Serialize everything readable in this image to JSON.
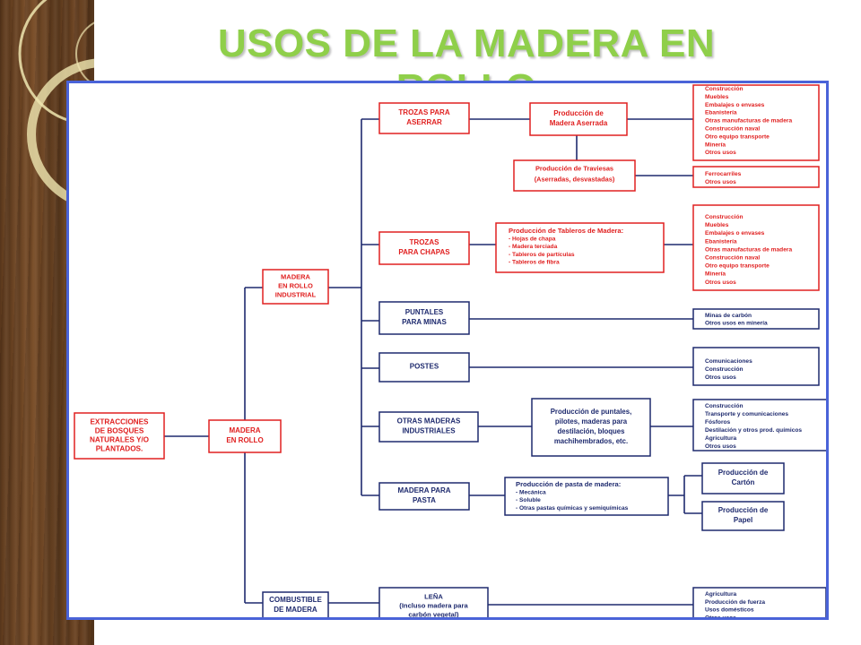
{
  "title": "USOS DE LA MADERA EN ROLLO",
  "colors": {
    "red": "#e02020",
    "navy": "#1e2a6e",
    "title_green": "#8fcf4a",
    "frame_blue": "#4a63d8"
  },
  "nodes": {
    "extracciones": [
      "EXTRACCIONES",
      "DE BOSQUES",
      "NATURALES Y/O",
      "PLANTADOS."
    ],
    "madera_rollo": [
      "MADERA",
      "EN ROLLO"
    ],
    "madera_industrial": [
      "MADERA",
      "EN ROLLO",
      "INDUSTRIAL"
    ],
    "combustible": [
      "COMBUSTIBLE",
      "DE MADERA"
    ],
    "trozas_aserrar": [
      "TROZAS PARA",
      "ASERRAR"
    ],
    "trozas_chapas": [
      "TROZAS",
      "PARA CHAPAS"
    ],
    "puntales": [
      "PUNTALES",
      "PARA MINAS"
    ],
    "postes": [
      "POSTES"
    ],
    "otras_maderas": [
      "OTRAS MADERAS",
      "INDUSTRIALES"
    ],
    "madera_pasta": [
      "MADERA PARA",
      "PASTA"
    ],
    "lena": [
      "LEÑA",
      "(Incluso madera para",
      "carbón vegetal)"
    ],
    "prod_aserrada": [
      "Producción de",
      "Madera Aserrada"
    ],
    "prod_traviesas": [
      "Producción de Traviesas",
      "(Aserradas, desvastadas)"
    ],
    "prod_tableros": [
      "Producción de Tableros de Madera:",
      "- Hojas de chapa",
      "- Madera terciada",
      "- Tableros de partículas",
      "- Tableros de fibra"
    ],
    "prod_puntales": [
      "Producción de puntales,",
      "pilotes, maderas para",
      "destilación, bloques",
      "machihembrados, etc."
    ],
    "prod_pasta": [
      "Producción de pasta de madera:",
      "- Mecánica",
      "- Soluble",
      "- Otras pastas químicas y semiquímicas"
    ],
    "prod_carton": [
      "Producción de",
      "Cartón"
    ],
    "prod_papel": [
      "Producción de",
      "Papel"
    ]
  },
  "uses": {
    "aserrada": [
      "Construcción",
      "Muebles",
      "Embalajes o envases",
      "Ebanistería",
      "Otras manufacturas de madera",
      "Construcción naval",
      "Otro equipo transporte",
      "Minería",
      "Otros usos"
    ],
    "traviesas": [
      "Ferrocarriles",
      "Otros usos"
    ],
    "tableros": [
      "Construcción",
      "Muebles",
      "Embalajes o envases",
      "Ebanistería",
      "Otras manufacturas de madera",
      "Construcción naval",
      "Otro equipo transporte",
      "Minería",
      "Otros usos"
    ],
    "puntales": [
      "Minas de carbón",
      "Otros usos en minería"
    ],
    "postes": [
      "Comunicaciones",
      "Construcción",
      "Otros usos"
    ],
    "otras": [
      "Construcción",
      "Transporte y comunicaciones",
      "Fósforos",
      "Destilación y otros prod. químicos",
      "Agricultura",
      "Otros usos"
    ],
    "lena": [
      "Agricultura",
      "Producción de fuerza",
      "Usos domésticos",
      "Otros usos"
    ]
  }
}
